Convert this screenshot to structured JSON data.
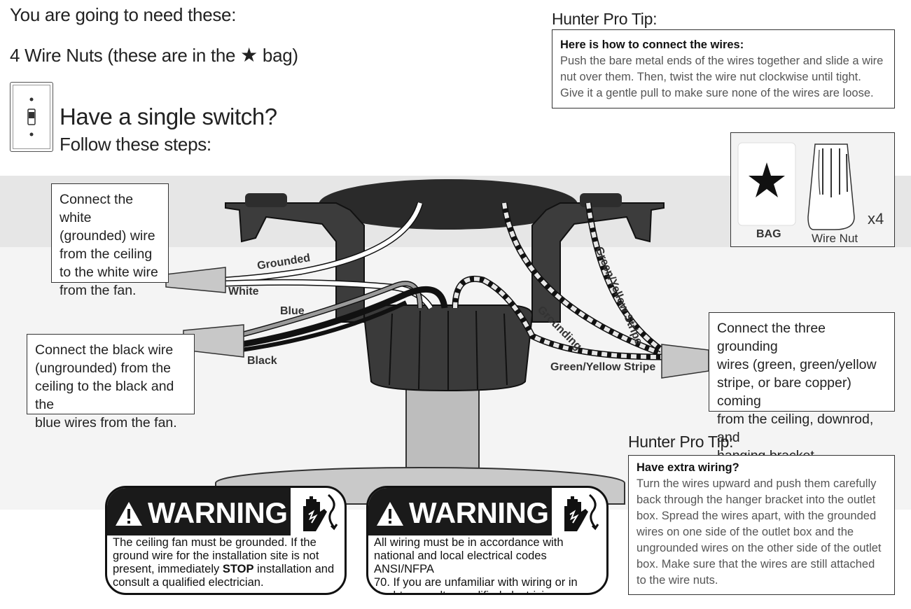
{
  "header": {
    "need_title": "You are going to need these:",
    "nuts_prefix": "4 Wire Nuts (these are in the",
    "nuts_star": "★",
    "nuts_suffix": "bag)",
    "single_switch": "Have a single switch?",
    "follow_steps": "Follow these steps:"
  },
  "pro_tip_1": {
    "title": "Hunter Pro Tip:",
    "heading": "Here is how to connect the wires:",
    "lines": [
      "Push the bare metal ends of the wires together and slide a wire",
      "nut over them. Then, twist the wire nut clockwise until tight.",
      "Give it a gentle pull to make sure none of the wires are loose."
    ]
  },
  "parts": {
    "bag_label": "BAG",
    "wire_nut_label": "Wire Nut",
    "count": "x4",
    "star_icon": "star-icon"
  },
  "callouts": {
    "white": [
      "Connect the white",
      "(grounded) wire",
      "from the ceiling",
      "to the white wire",
      "from the fan."
    ],
    "black": [
      "Connect the black wire",
      "(ungrounded) from the",
      "ceiling to the black and the",
      "blue wires from the fan."
    ],
    "ground": [
      "Connect the three grounding",
      "wires (green, green/yellow",
      "stripe, or bare copper) coming",
      "from the ceiling, downrod, and",
      "hanging bracket."
    ]
  },
  "wire_labels": {
    "grounded": "Grounded",
    "white": "White",
    "blue": "Blue",
    "black": "Black",
    "grounding": "Grounding",
    "green_yellow_top": "Green/Yellow Stripe",
    "green_yellow_bottom": "Green/Yellow Stripe"
  },
  "pro_tip_2": {
    "title": "Hunter Pro Tip:",
    "heading": "Have extra wiring?",
    "lines": [
      "Turn the wires upward and push them carefully",
      "back through the hanger bracket into the outlet",
      "box. Spread the wires apart, with the grounded",
      "wires on one side of the outlet box and the",
      "ungrounded wires on the other side of the outlet",
      "box. Make sure that the wires are still attached",
      "to the wire nuts."
    ]
  },
  "warning_1": {
    "title": "WARNING",
    "lines": [
      "The ceiling fan must be grounded. If the",
      "ground wire for the installation site is not",
      "present, immediately ",
      "STOP",
      " installation and",
      "consult a qualified electrician."
    ]
  },
  "warning_2": {
    "title": "WARNING",
    "lines": [
      "All wiring must be in accordance with",
      "national and local electrical codes ANSI/NFPA",
      "70.  If you are unfamiliar with wiring or in",
      "doubt, consult a qualified electrician."
    ]
  },
  "colors": {
    "band_top": "#e6e6e6",
    "band_mid": "#f4f4f4",
    "warning_black": "#1a1a1a",
    "body_text": "#222222",
    "tip_text": "#555555"
  }
}
